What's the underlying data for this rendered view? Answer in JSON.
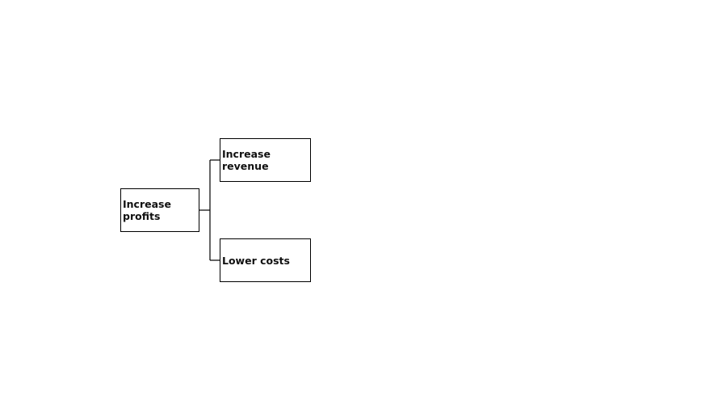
{
  "diagram": {
    "root": {
      "label": "Increase\nprofits"
    },
    "children": [
      {
        "label": "Increase revenue"
      },
      {
        "label": "Lower costs"
      }
    ],
    "colors": {
      "stroke": "#000000",
      "background": "#ffffff",
      "text": "#111111"
    }
  }
}
